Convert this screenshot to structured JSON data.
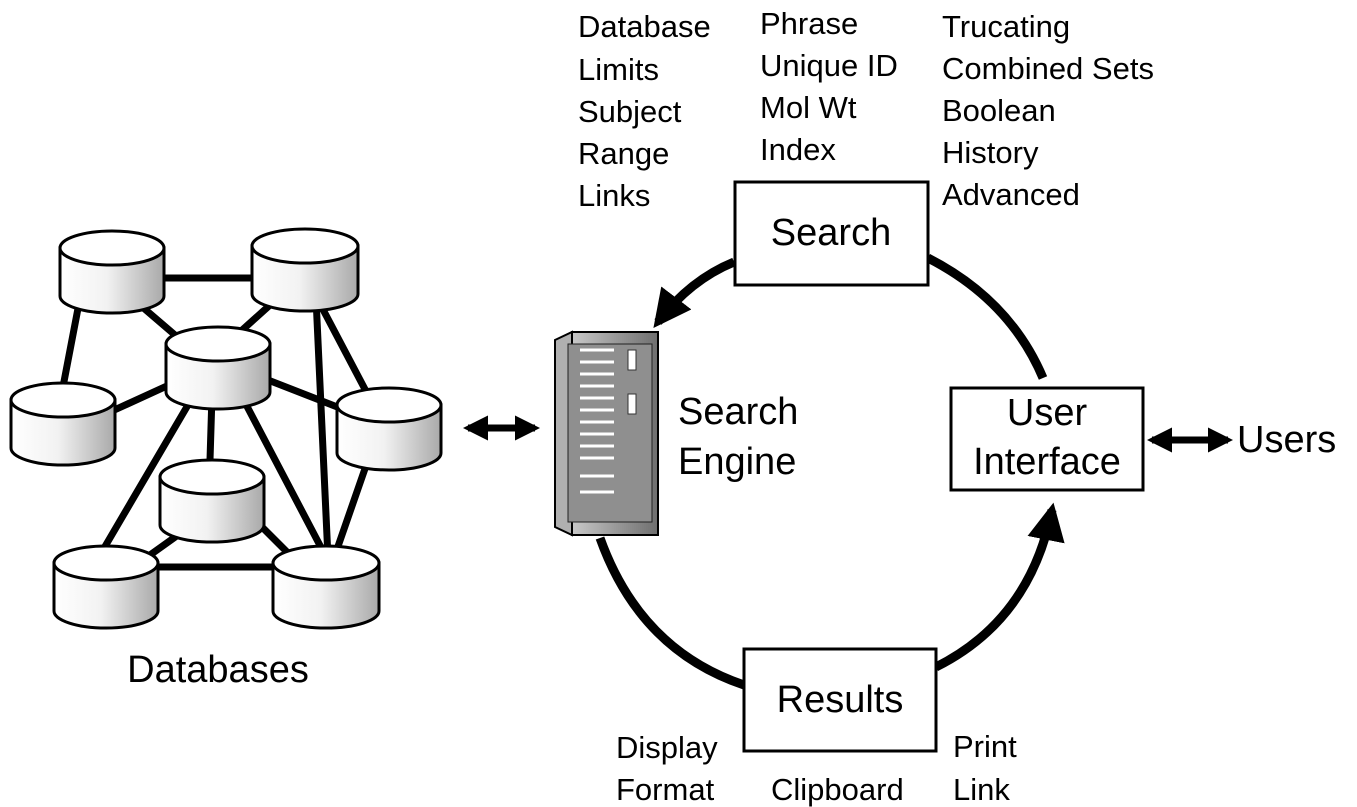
{
  "nodes": {
    "search": "Search",
    "search_engine": [
      "Search",
      "Engine"
    ],
    "user_interface": [
      "User",
      "Interface"
    ],
    "results": "Results",
    "databases": "Databases",
    "users": "Users"
  },
  "search_options": {
    "column_1": [
      "Database",
      "Limits",
      "Subject",
      "Range",
      "Links"
    ],
    "column_2": [
      "Phrase",
      "Unique ID",
      "Mol Wt",
      "Index"
    ],
    "column_3": [
      "Trucating",
      "Combined Sets",
      "Boolean",
      "History",
      "Advanced"
    ]
  },
  "result_options": {
    "left": [
      "Display",
      "Format"
    ],
    "middle": "Clipboard",
    "right": [
      "Print",
      "Link"
    ]
  },
  "colors": {
    "line": "#000000",
    "background": "#ffffff",
    "cylinder_light": "#ffffff",
    "cylinder_shade": "#bdbdbd",
    "server_light": "#d9d9d9",
    "server_dark": "#8c8c8c"
  }
}
